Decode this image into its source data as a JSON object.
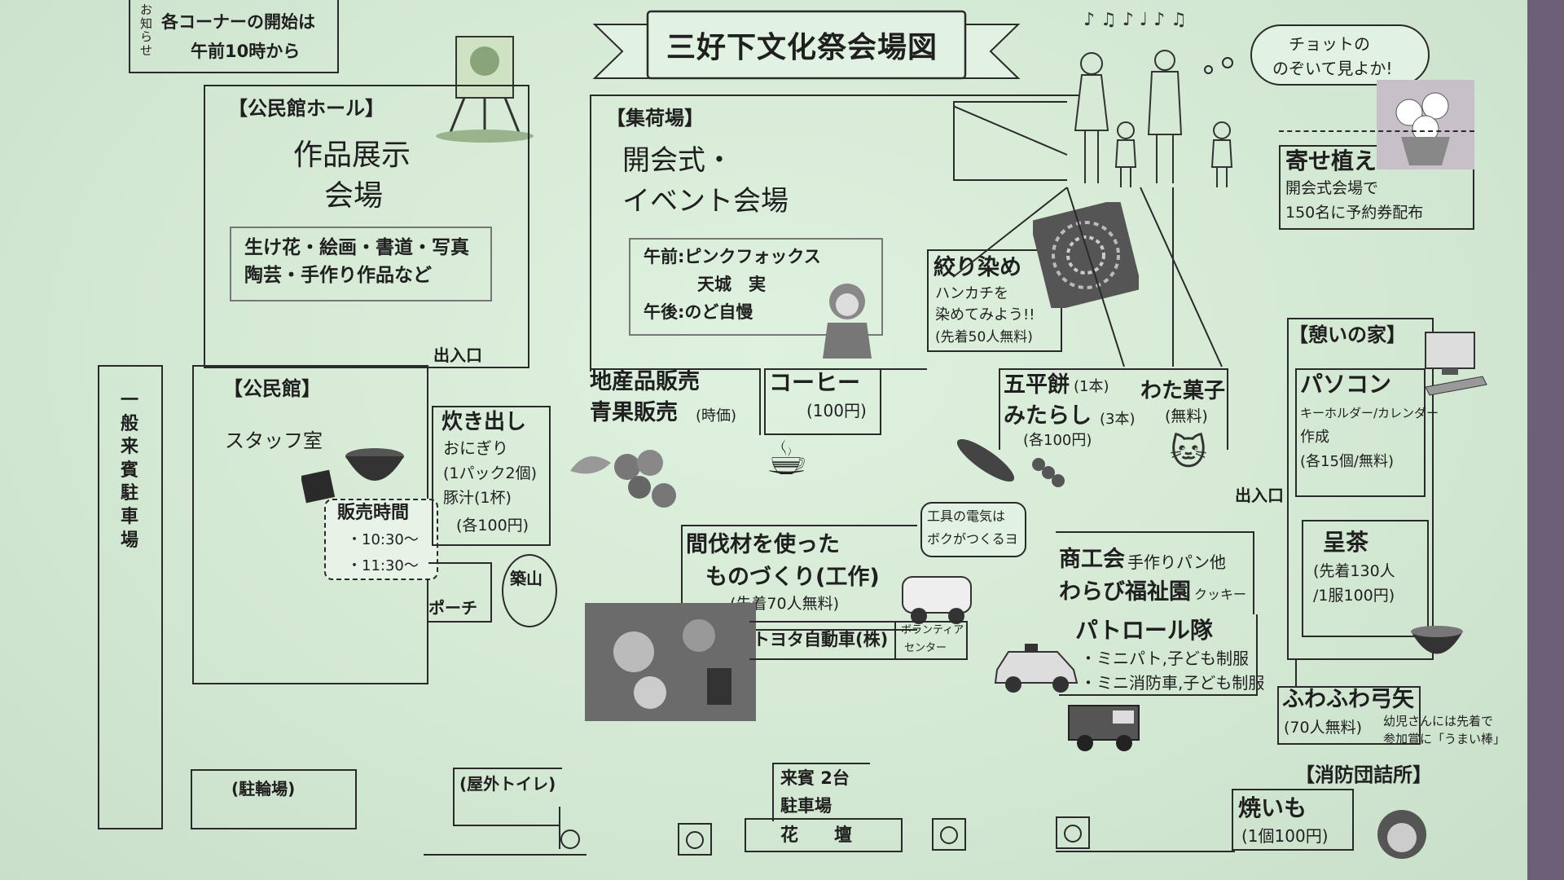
{
  "notice": {
    "side": "お知らせ",
    "line1": "各コーナーの開始は",
    "line2": "午前10時から"
  },
  "title": "三好下文化祭会場図",
  "bubble": {
    "line1": "チョットの",
    "line2": "のぞいて見よか!"
  },
  "hall": {
    "label": "【公民館ホール】",
    "title1": "作品展示",
    "title2": "会場",
    "desc1": "生け花・絵画・書道・写真",
    "desc2": "陶芸・手作り作品など"
  },
  "entrance_left": "出入口",
  "kominkan": {
    "label": "【公民館】",
    "staff": "スタッフ室"
  },
  "sales_time": {
    "title": "販売時間",
    "t1": "・10:30〜",
    "t2": "・11:30〜"
  },
  "takidashi": {
    "title": "炊き出し",
    "l1": "おにぎり",
    "l2": "(1パック2個)",
    "l3": "豚汁(1杯)",
    "l4": "(各100円)"
  },
  "parking_guest_v": "一般来賓駐車場",
  "porch": "ポーチ",
  "tsukiyama": "築山",
  "shukaba": {
    "label": "【集荷場】",
    "title1": "開会式・",
    "title2": "イベント会場",
    "am": "午前:ピンクフォックス",
    "am2": "天城　実",
    "pm": "午後:のど自慢"
  },
  "shibori": {
    "title": "絞り染め",
    "l1": "ハンカチを",
    "l2": "染めてみよう!!",
    "l3": "(先着50人無料)"
  },
  "yose": {
    "title": "寄せ植え",
    "l1": "開会式会場で",
    "l2": "150名に予約券配布"
  },
  "sanchi": {
    "l1": "地産品販売",
    "l2": "青果販売",
    "l3": "(時価)"
  },
  "coffee": {
    "title": "コーヒー",
    "price": "(100円)"
  },
  "gohei": {
    "l1": "五平餅",
    "n1": "(1本)",
    "l2": "みたらし",
    "n2": "(3本)",
    "price": "(各100円)"
  },
  "wata": {
    "title": "わた菓子",
    "price": "(無料)"
  },
  "ikoi": {
    "label": "【憩いの家】"
  },
  "pc": {
    "title": "パソコン",
    "l1": "キーホルダー/カレンダー",
    "l2": "作成",
    "l3": "(各15個/無料)"
  },
  "entrance_right": "出入口",
  "tea": {
    "title": "呈茶",
    "l1": "(先着130人",
    "l2": "/1服100円)"
  },
  "mabiki": {
    "l1": "間伐材を使った",
    "l2": "ものづくり(工作)",
    "l3": "(先着70人無料)"
  },
  "denki": {
    "l1": "工具の電気は",
    "l2": "ボクがつくるヨ"
  },
  "toyota": "トヨタ自動車(株)",
  "volunteer": {
    "l1": "ボランティア",
    "l2": "センター"
  },
  "shoko": {
    "l1": "商工会",
    "l1b": "手作りパン他",
    "l2": "わらび福祉園",
    "l2b": "クッキー"
  },
  "patrol": {
    "title": "パトロール隊",
    "l1": "・ミニパト,子ども制服",
    "l2": "・ミニ消防車,子ども制服"
  },
  "fuwa": {
    "title": "ふわふわ弓矢",
    "l1": "(70人無料)",
    "n1": "幼児さんには先着で",
    "n2": "参加賞に「うまい棒」"
  },
  "shobo": "【消防団詰所】",
  "yakiimo": {
    "title": "焼いも",
    "price": "(1個100円)"
  },
  "bicycle": "(駐輪場)",
  "toilet": "(屋外トイレ)",
  "guest2": {
    "l1": "来賓 2台",
    "l2": "駐車場"
  },
  "flowerbed": "花　　壇",
  "colors": {
    "paper": "#d6ead6",
    "ink": "#2a2a2a",
    "background": "#6e5f78"
  }
}
